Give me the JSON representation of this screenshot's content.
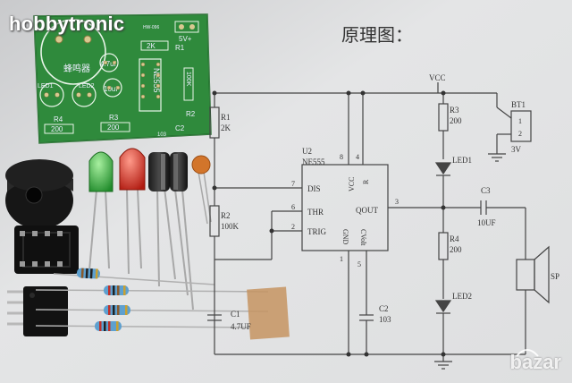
{
  "watermark_top": "hobbytronic",
  "watermark_bottom": "bazar",
  "heading": "原理图：",
  "pcb": {
    "labels": {
      "buzzer": "蜂鸣器",
      "cap1": "4.7uf",
      "cap2": "10uf",
      "led1": "LED1",
      "led2": "LED2",
      "r1": "R1",
      "r2": "R2",
      "r3": "R3",
      "r4": "R4",
      "c2": "C2",
      "c2val": "103",
      "res2k": "2K",
      "res200a": "200",
      "res200b": "200",
      "res100k": "100K",
      "ic": "NE555",
      "power": "5V+",
      "board_id": "HW-096"
    }
  },
  "schematic": {
    "vcc": "VCC",
    "r1": "R1",
    "r1v": "2K",
    "r2": "R2",
    "r2v": "100K",
    "r3": "R3",
    "r3v": "200",
    "r4": "R4",
    "r4v": "200",
    "led1": "LED1",
    "led2": "LED2",
    "c1": "C1",
    "c1v": "4.7UF",
    "c2": "C2",
    "c2v": "103",
    "c3": "C3",
    "c3v": "10UF",
    "bt1": "BT1",
    "bt_pin1": "1",
    "bt_pin2": "2",
    "bt_v": "3V",
    "sp": "SP",
    "u2": "U2",
    "u2v": "NE555",
    "pin_dis": "DIS",
    "pin_thr": "THR",
    "pin_trig": "TRIG",
    "pin_vcc": "VCC",
    "pin_r": "R",
    "pin_qout": "QOUT",
    "pin_gnd": "GND",
    "pin_cvolt": "CVolt",
    "n7": "7",
    "n6": "6",
    "n2": "2",
    "n8": "8",
    "n4": "4",
    "n3": "3",
    "n1": "1",
    "n5": "5"
  }
}
